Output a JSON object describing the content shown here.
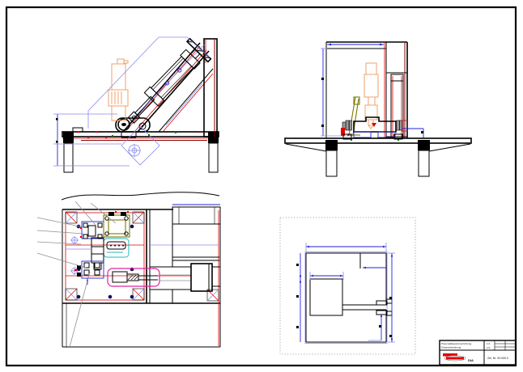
{
  "palette": {
    "paper": "#ffffff",
    "frame": "#000000",
    "line_black": "#000000",
    "line_red": "#e00000",
    "line_dark_red": "#8b0000",
    "line_blue": "#2222dd",
    "line_light_blue": "#8a8aee",
    "line_orange": "#f0a068",
    "line_olive": "#7a7a00",
    "line_magenta": "#e020a0",
    "line_cyan": "#20b8b8",
    "line_gray": "#909090",
    "hole_navy": "#101060",
    "logo_red": "#cc0000"
  },
  "title_block": {
    "project_line1": "Pneumatikspannvorrichtung",
    "project_line2": "Gesamtzeichnung",
    "scale_top": "1:2",
    "scale_bottom": "1:5",
    "logo_suffix": "DIA",
    "drawing_number": "Zei. Nr. 00.000.0"
  }
}
